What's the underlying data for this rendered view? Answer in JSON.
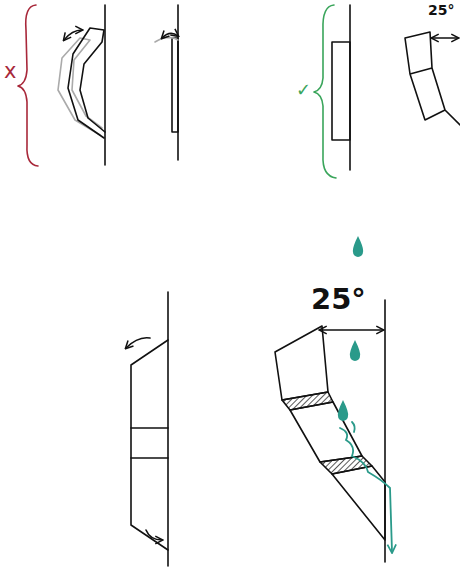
{
  "diagram": {
    "labels": [
      "x",
      "✓",
      "25°",
      "25°"
    ]
  }
}
